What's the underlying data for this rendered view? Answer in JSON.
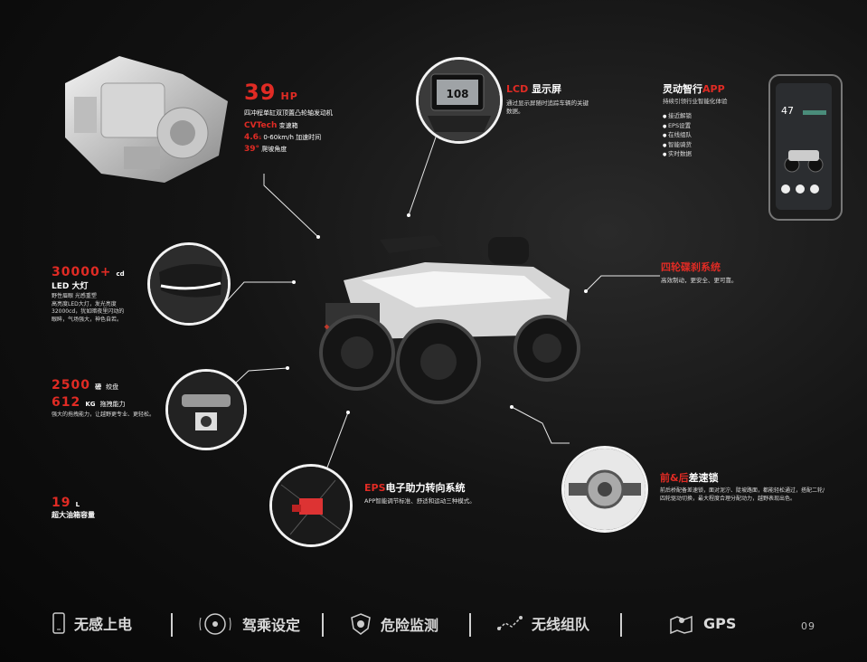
{
  "engine": {
    "power_value": "39",
    "power_unit": "HP",
    "desc": "四冲程单缸双顶置凸轮轴发动机",
    "cvtech": "CVTech",
    "cvtech_suffix": "变速箱",
    "accel_value": "4.6",
    "accel_unit": "s",
    "accel_label": "0-60km/h 加速时间",
    "climb_value": "39°",
    "climb_label": "爬坡角度"
  },
  "led": {
    "value": "30000+",
    "unit": "cd",
    "title": "LED 大灯",
    "desc_lines": [
      "野性眉眼  光感重塑",
      "高亮度LED大灯，发光亮度",
      "32000cd，犹如暗夜里闪动的",
      "眼眸，气场强大，神色自若。"
    ]
  },
  "winch": {
    "value1": "2500",
    "unit1": "磅",
    "label1": "绞盘",
    "value2": "612",
    "unit2": "KG",
    "label2": "拖拽能力",
    "desc": "强大的拖拽能力，让越野更专业、更轻松。"
  },
  "tank": {
    "value": "19",
    "unit": "L",
    "label": "超大油箱容量"
  },
  "lcd": {
    "title_red": "LCD",
    "title_white": "显示屏",
    "desc_lines": [
      "通过显示屏随时追踪车辆的关键",
      "数据。"
    ],
    "screen_value": "108"
  },
  "app": {
    "title_white": "灵动智行",
    "title_red": "APP",
    "subtitle": "持续引领行业智能化体验",
    "bullets": [
      "接近解锁",
      "EPS设置",
      "在线组队",
      "智能骑货",
      "实时数据"
    ],
    "phone_value": "47"
  },
  "brake": {
    "title": "四轮碟刹系统",
    "desc": "高效制动，更安全、更可靠。"
  },
  "eps": {
    "title_red": "EPS",
    "title_white": "电子助力转向系统",
    "desc": "APP智能调节标准、舒适和运动三种模式。"
  },
  "diff": {
    "title_red": "前&后",
    "title_white": "差速锁",
    "desc_lines": [
      "前后桥配备差速锁，面对泥泞、陡坡路面，都能轻松通过，搭配二轮/",
      "四轮驱动切换，最大程度合理分配动力，越野表现出色。"
    ]
  },
  "bottom_bar": [
    {
      "icon": "phone-icon",
      "label": "无感上电"
    },
    {
      "icon": "steering-wheel-icon",
      "label": "驾乘设定"
    },
    {
      "icon": "shield-icon",
      "label": "危险监测"
    },
    {
      "icon": "route-icon",
      "label": "无线组队"
    },
    {
      "icon": "map-icon",
      "label": "GPS"
    }
  ],
  "page_number": "09"
}
